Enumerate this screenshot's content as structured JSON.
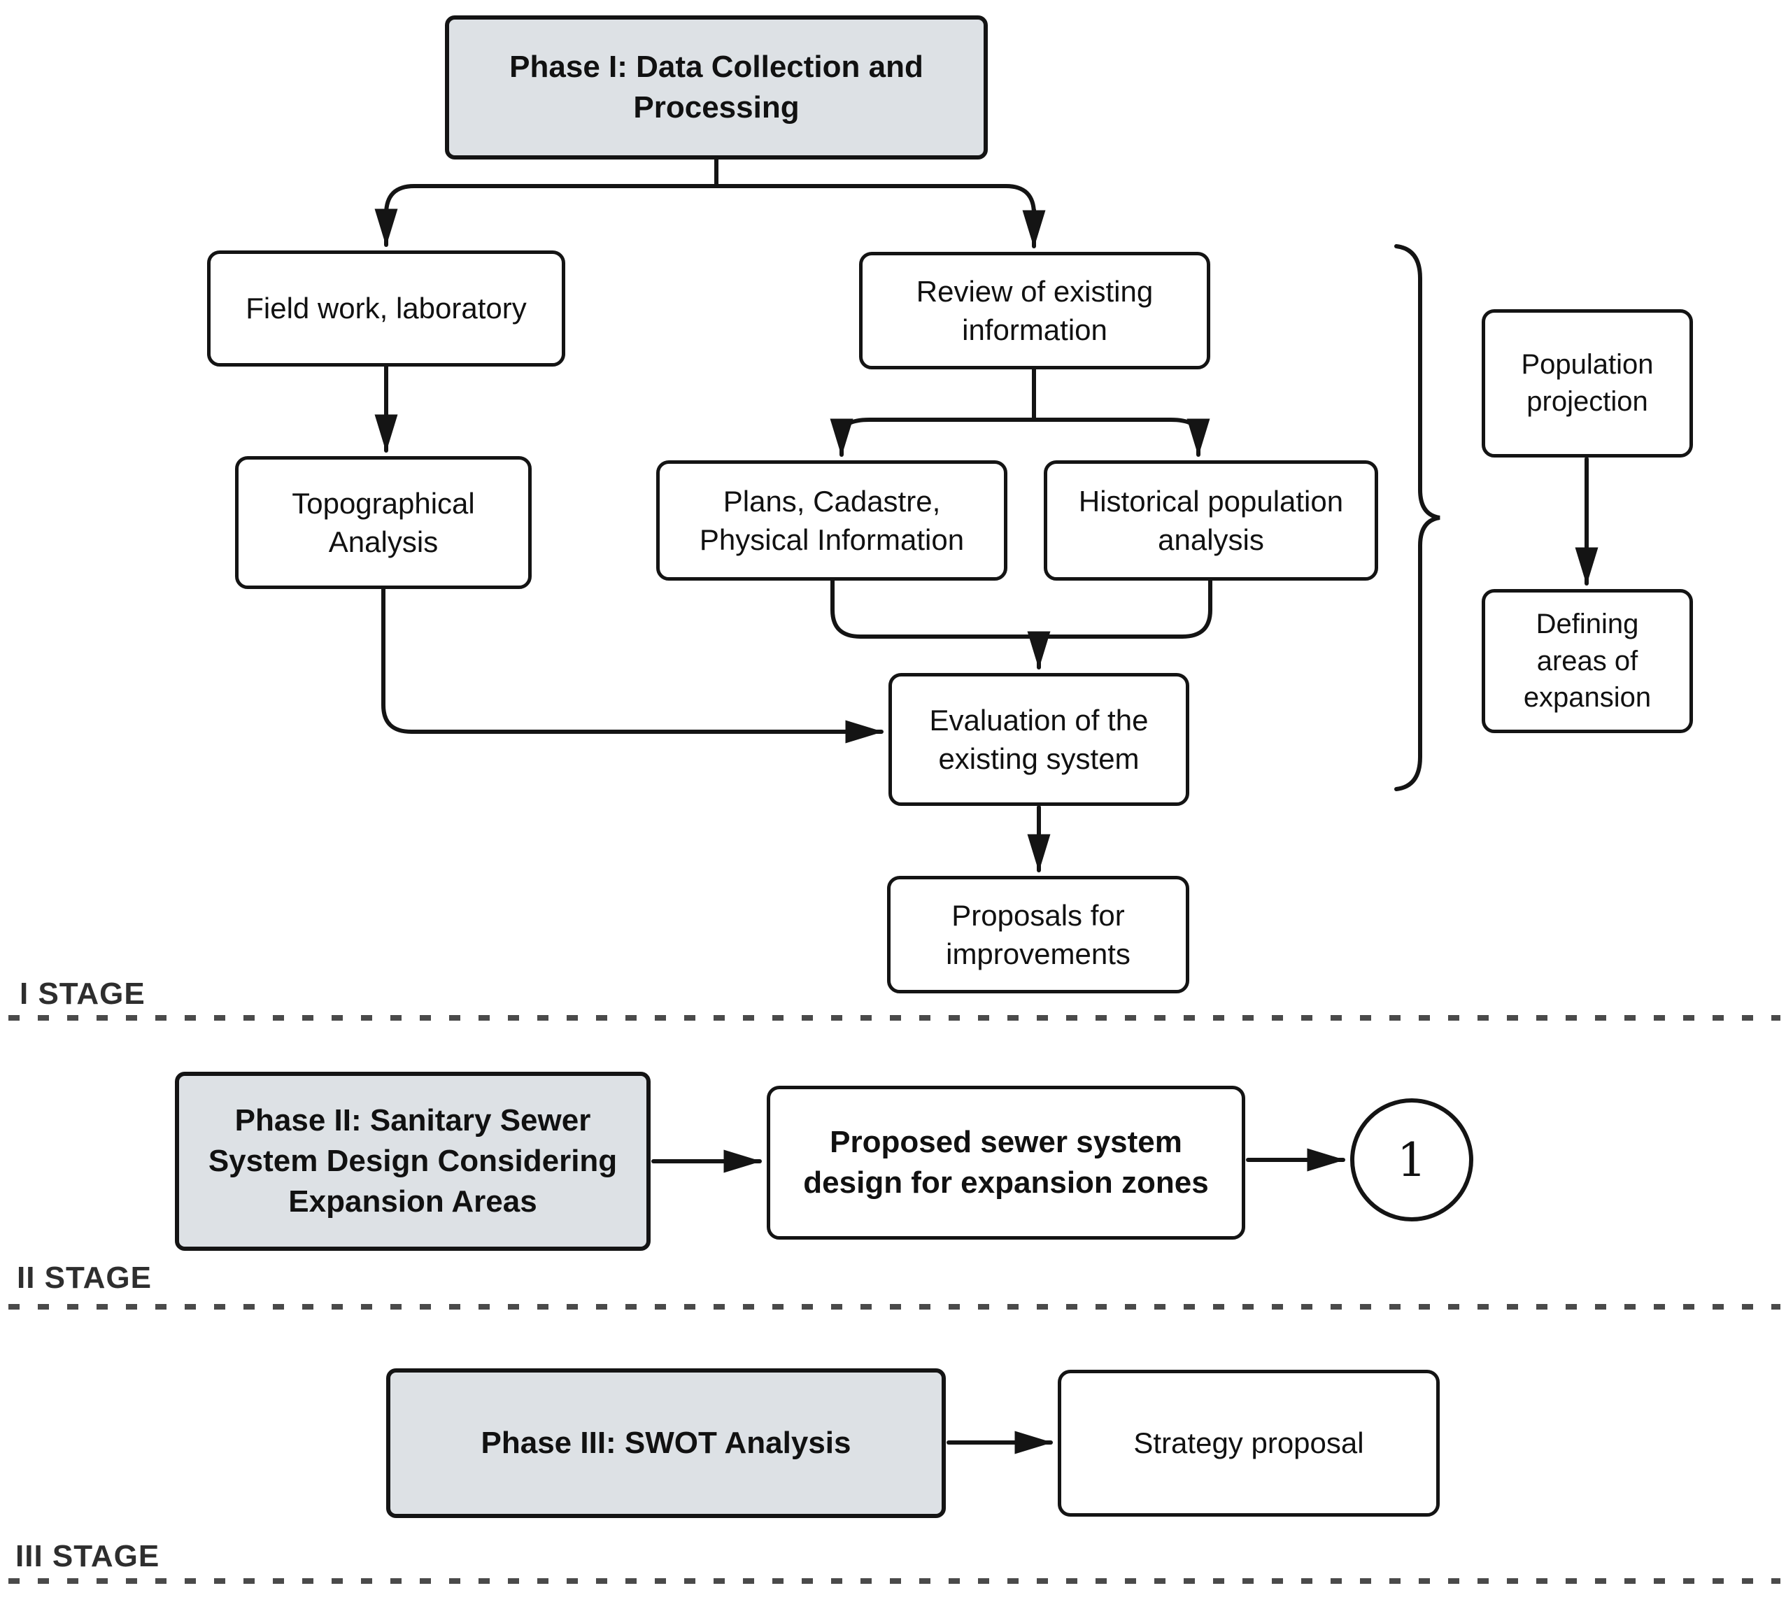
{
  "nodes": {
    "phase1": {
      "label": "Phase I: Data Collection and Processing"
    },
    "fieldwork": {
      "label": "Field work, laboratory"
    },
    "review": {
      "label": "Review of existing information"
    },
    "topographical": {
      "label": "Topographical Analysis"
    },
    "plans": {
      "label": "Plans, Cadastre, Physical Information"
    },
    "historical": {
      "label": "Historical population analysis"
    },
    "evaluation": {
      "label": "Evaluation of the existing system"
    },
    "proposals": {
      "label": "Proposals for improvements"
    },
    "population": {
      "label": "Population projection"
    },
    "defining": {
      "label": "Defining areas of expansion"
    },
    "phase2": {
      "label": "Phase II: Sanitary Sewer System Design Considering Expansion Areas"
    },
    "proposed": {
      "label": "Proposed sewer system design for expansion zones"
    },
    "connector": {
      "label": "1"
    },
    "phase3": {
      "label": "Phase III: SWOT Analysis"
    },
    "strategy": {
      "label": "Strategy proposal"
    }
  },
  "stages": {
    "one": "I STAGE",
    "two": "II STAGE",
    "three": "III STAGE"
  },
  "colors": {
    "phase_fill": "#dde1e5",
    "node_fill": "#ffffff",
    "line": "#141414",
    "dash_line": "#4a4a4a",
    "stage_text": "#2e2e2e"
  }
}
